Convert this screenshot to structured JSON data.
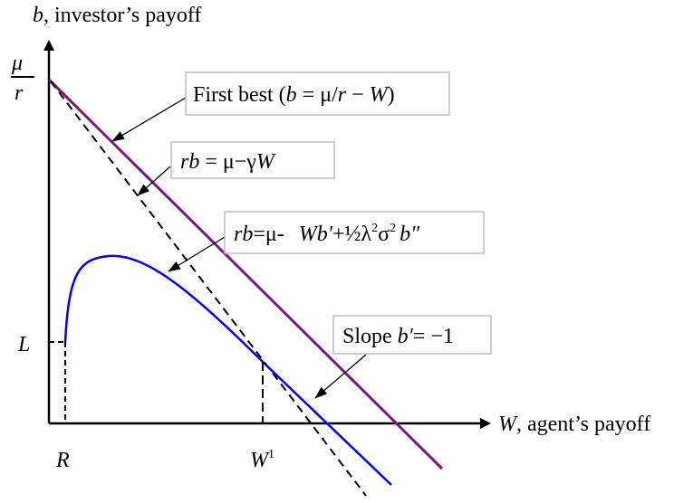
{
  "axes": {
    "y_label_var": "b",
    "y_label_text": ", investor’s payoff",
    "x_label_var": "W",
    "x_label_text": ", agent’s payoff",
    "y_tick_top_num": "μ",
    "y_tick_top_den": "r",
    "y_tick_L": "L",
    "x_tick_R": "R",
    "x_tick_W": "W",
    "x_tick_W_sup": "1"
  },
  "annotations": {
    "first_best": {
      "prefix": "First best (",
      "b": "b",
      "eq": " = μ/",
      "r": "r",
      "minus": " − ",
      "W": "W",
      "suffix": ")"
    },
    "linear": {
      "rb": "rb",
      "eq": " = μ−γ",
      "W": "W"
    },
    "ode": {
      "rb": "rb",
      "eq": "=μ- ",
      "W": "W",
      "b1": "b′",
      "mid": "+½λ",
      "sup2a": "2",
      "sigma": "σ",
      "sup2b": "2",
      "b2": "b″"
    },
    "slope": {
      "prefix": "Slope ",
      "b": "b′",
      "suffix": "= −1"
    }
  },
  "colors": {
    "first_best_line": "#7b1a7b",
    "value_curve": "#0000ff",
    "axis": "#000000",
    "box_border": "#bdbdbd"
  }
}
